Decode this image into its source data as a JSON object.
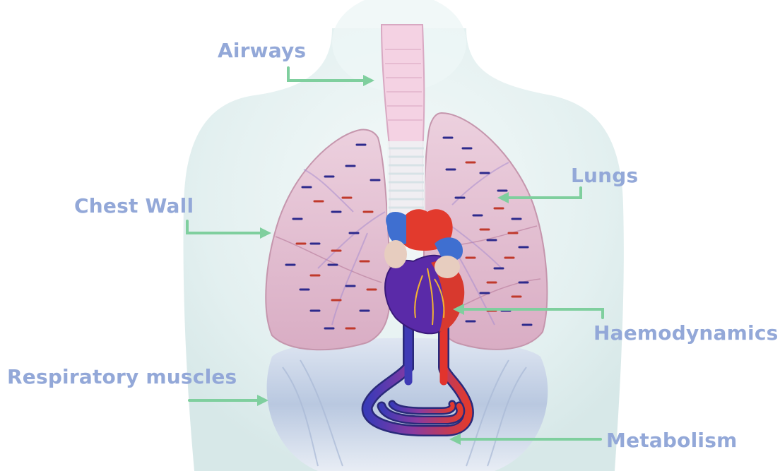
{
  "labels": {
    "airways": "Airways",
    "lungs": "Lungs",
    "chest_wall": "Chest Wall",
    "haemodynamics": "Haemodynamics",
    "respiratory_muscles": "Respiratory muscles",
    "metabolism": "Metabolism"
  },
  "colors": {
    "label_text": "#93a8d8",
    "leader_line": "#7fcf9e",
    "background": "#ffffff",
    "torso": "#e6f2f2",
    "lung": "#e2bcd0",
    "trachea": "#f1c9dc",
    "artery": "#e2342d",
    "vein": "#3f3bb5",
    "diaphragm": "#c3d0e6"
  }
}
